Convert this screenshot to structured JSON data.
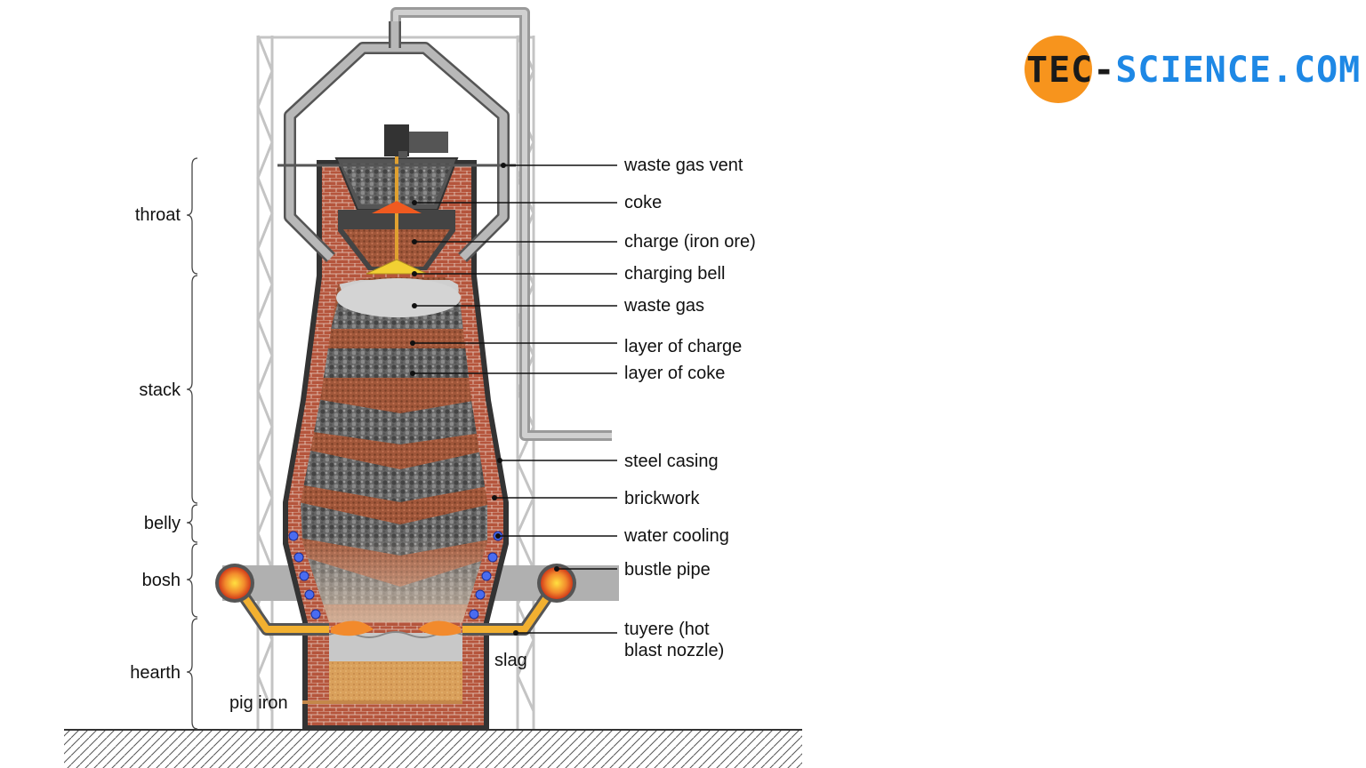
{
  "logo": {
    "part1": "tec-",
    "part2": "science.com",
    "circle_color": "#f7941d",
    "text_color": "#1e88e5"
  },
  "sections": [
    {
      "id": "throat",
      "label": "throat"
    },
    {
      "id": "stack",
      "label": "stack"
    },
    {
      "id": "belly",
      "label": "belly"
    },
    {
      "id": "bosh",
      "label": "bosh"
    },
    {
      "id": "hearth",
      "label": "hearth"
    }
  ],
  "labels": {
    "waste_gas_vent": "waste gas vent",
    "coke": "coke",
    "charge": "charge (iron ore)",
    "charging_bell": "charging bell",
    "waste_gas": "waste gas",
    "layer_charge": "layer of charge",
    "layer_coke": "layer of coke",
    "steel_casing": "steel casing",
    "brickwork": "brickwork",
    "water_cooling": "water cooling",
    "bustle_pipe": "bustle pipe",
    "tuyere_line1": "tuyere (hot",
    "tuyere_line2": "blast nozzle)",
    "slag": "slag",
    "pig_iron": "pig iron"
  },
  "colors": {
    "brick": "#b5553c",
    "casing": "#333333",
    "coke": "#5c5c5c",
    "charge": "#a0573a",
    "pipe": "#a8a8a8",
    "bell": "#f2d033",
    "flame": "#f28a2c",
    "water": "#3355dd",
    "iron": "#d9a05b"
  }
}
